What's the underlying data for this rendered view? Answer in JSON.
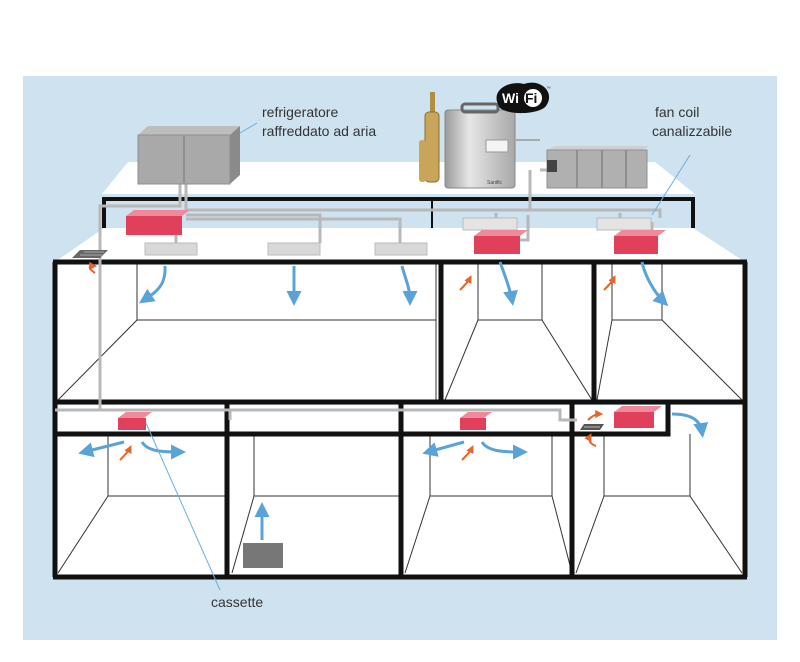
{
  "labels": {
    "chiller_line1": "refrigeratore",
    "chiller_line2": "raffreddato ad aria",
    "fancoil_line1": "fan coil",
    "fancoil_line2": "canalizzabile",
    "cassette": "cassette"
  },
  "wifi": {
    "wi": "Wi",
    "fi": "Fi",
    "tm": "™"
  },
  "device": {
    "brand": "Sanific"
  },
  "colors": {
    "background": "#cfe2f0",
    "building": "#111111",
    "unit_red": "#e0405a",
    "unit_grey": "#d8d8d8",
    "pipe": "#b8b8b8",
    "airflow_blue": "#5aa3d8",
    "return_orange": "#e8652a",
    "leader_line": "#6aaee0"
  },
  "icons": [
    "wifi-icon",
    "chiller-icon",
    "fan-coil-icon",
    "sanitizer-device-icon",
    "cassette-icon",
    "grille-icon"
  ]
}
